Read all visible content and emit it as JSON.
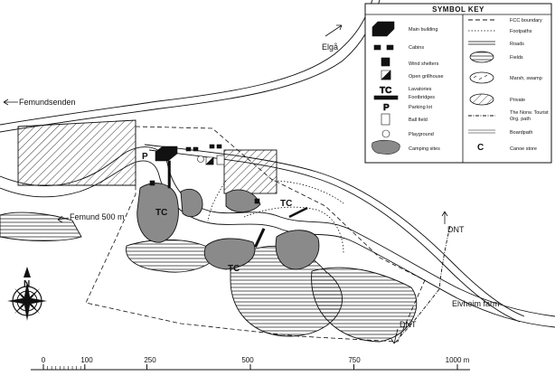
{
  "places": {
    "femundsenden": "Femundsenden",
    "femund_distance": "Femund 500 m",
    "elga": "Elgå",
    "dnt_east": "DNT",
    "dnt_south": "DNT",
    "elvheim": "Elvheim farm",
    "parking": "P",
    "tc_west": "TC",
    "tc_middle": "TC",
    "tc_east": "TC"
  },
  "compass": {
    "north": "N"
  },
  "scale": {
    "ticks": [
      "0",
      "100",
      "250",
      "500",
      "750",
      "1000 m"
    ]
  },
  "key": {
    "title": "SYMBOL KEY",
    "left": [
      {
        "label": "Main building"
      },
      {
        "label": "Cabins"
      },
      {
        "label": "Wind shelters"
      },
      {
        "label": "Open grillhouse"
      },
      {
        "label": "Lavatories",
        "symbol": "TC"
      },
      {
        "label": "Footbridges"
      },
      {
        "label": "Parking lot",
        "symbol": "P"
      },
      {
        "label": "Ball field"
      },
      {
        "label": "Playground"
      },
      {
        "label": "Camping sites"
      }
    ],
    "right": [
      {
        "label": "FCC boundary"
      },
      {
        "label": "Footpaths"
      },
      {
        "label": "Roads"
      },
      {
        "label": "Fields"
      },
      {
        "label": "Marsh, swamp"
      },
      {
        "label": "Private"
      },
      {
        "label": "The Norw. Tourist Org. path"
      },
      {
        "label": "Boardpath"
      },
      {
        "label": "Canoe store",
        "symbol": "C"
      }
    ]
  },
  "colors": {
    "ink": "#111111",
    "camping": "#8a8a8a",
    "paper": "#ffffff"
  }
}
